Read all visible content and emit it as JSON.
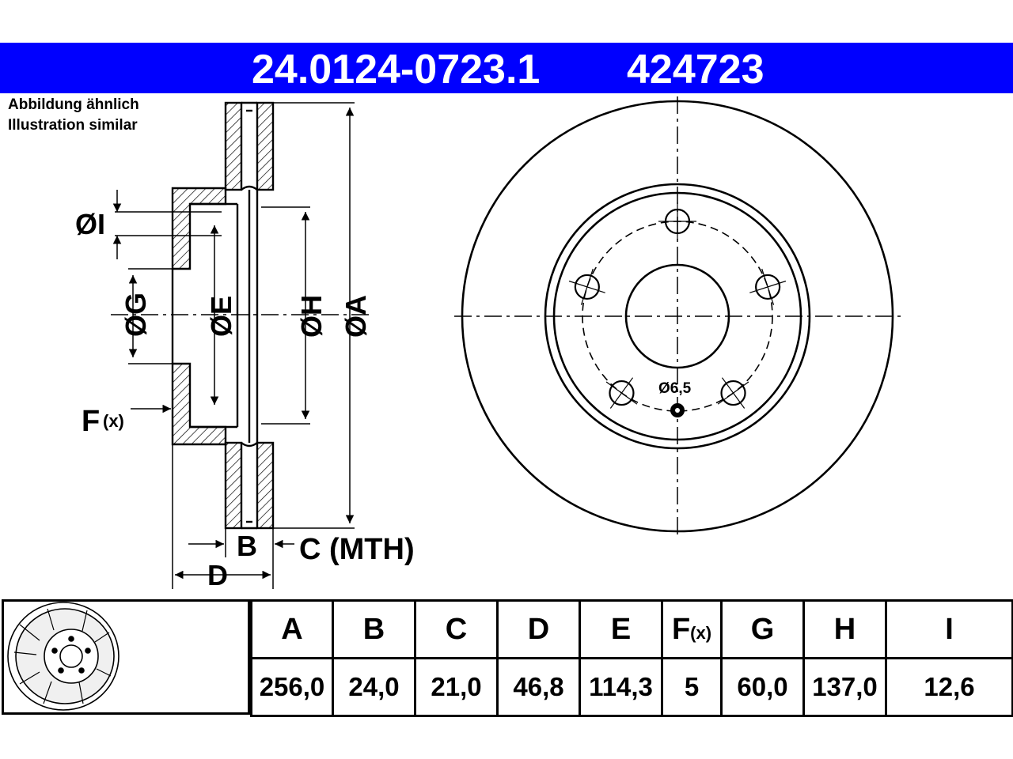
{
  "header": {
    "part_number": "24.0124-0723.1",
    "reference_number": "424723",
    "banner_color": "#0000ff"
  },
  "note": {
    "line1": "Abbildung ähnlich",
    "line2": "Illustration similar"
  },
  "section_view": {
    "labels": {
      "I": "ØI",
      "G": "ØG",
      "E": "ØE",
      "H": "ØH",
      "A": "ØA",
      "F": "F",
      "F_sub": "(x)",
      "B": "B",
      "C": "C (MTH)",
      "D": "D"
    }
  },
  "front_view": {
    "hole_label": "Ø6,5",
    "bolt_holes": 5
  },
  "spec_table": {
    "headers": [
      "A",
      "B",
      "C",
      "D",
      "E",
      "F",
      "G",
      "H",
      "I"
    ],
    "f_sub": "(x)",
    "values": [
      "256,0",
      "24,0",
      "21,0",
      "46,8",
      "114,3",
      "5",
      "60,0",
      "137,0",
      "12,6"
    ]
  }
}
